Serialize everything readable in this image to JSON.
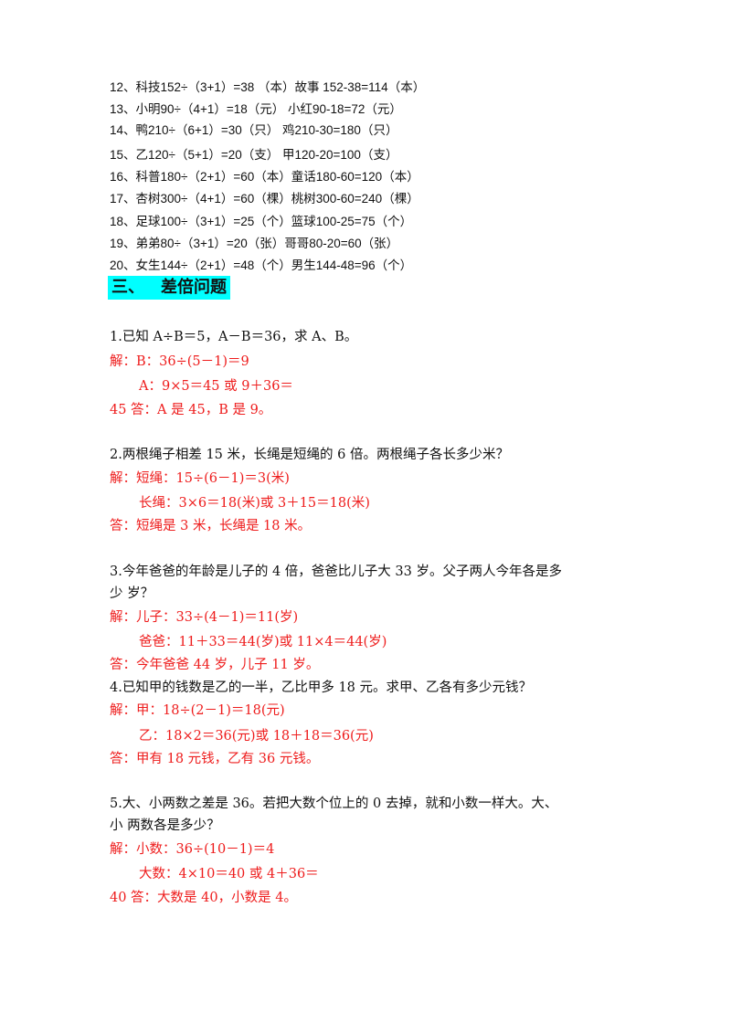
{
  "answers": [
    "12、科技152÷（3+1）=38 （本）故事 152-38=114（本）",
    "13、小明90÷（4+1）=18（元）   小红90-18=72（元）",
    "14、鸭210÷（6+1）=30（只）   鸡210-30=180（只）",
    "15、乙120÷（5+1）=20（支）    甲120-20=100（支）",
    "16、科普180÷（2+1）=60（本）童话180-60=120（本）",
    "17、杏树300÷（4+1）=60（棵）桃树300-60=240（棵）",
    "18、足球100÷（3+1）=25（个）篮球100-25=75（个）",
    "19、弟弟80÷（3+1）=20（张）哥哥80-20=60（张）",
    "20、女生144÷（2+1）=48（个）男生144-48=96（个）"
  ],
  "section": {
    "number": "三、",
    "title": "差倍问题"
  },
  "problems": {
    "p1": {
      "q": "1.已知 A÷B＝5，A－B＝36，求 A、B。",
      "a1": "解：B：36÷(5－1)＝9",
      "a2": "A：9×5＝45 或 9＋36＝",
      "a3": "45 答：A 是 45，B 是 9。"
    },
    "p2": {
      "q": "2.两根绳子相差 15 米，长绳是短绳的 6 倍。两根绳子各长多少米？",
      "a1": "解：短绳：15÷(6－1)＝3(米)",
      "a2": "长绳：3×6＝18(米)或 3＋15＝18(米)",
      "a3": "答：短绳是 3 米，长绳是 18 米。"
    },
    "p3": {
      "q1": "3.今年爸爸的年龄是儿子的 4 倍，爸爸比儿子大 33 岁。父子两人今年各是多",
      "q2": "少 岁？",
      "a1": "解：儿子：33÷(4－1)＝11(岁)",
      "a2": "爸爸：11＋33＝44(岁)或 11×4＝44(岁)",
      "a3": "答：今年爸爸 44 岁，儿子 11 岁。"
    },
    "p4": {
      "q": "4.已知甲的钱数是乙的一半，乙比甲多 18 元。求甲、乙各有多少元钱？",
      "a1": "解：甲：18÷(2－1)＝18(元)",
      "a2": "乙：18×2＝36(元)或 18＋18＝36(元)",
      "a3": "答：甲有 18 元钱，乙有 36 元钱。"
    },
    "p5": {
      "q1": "5.大、小两数之差是 36。若把大数个位上的 0 去掉，就和小数一样大。大、",
      "q2": "小 两数各是多少？",
      "a1": "解：小数：36÷(10－1)＝4",
      "a2": "大数：4×10＝40 或 4＋36＝",
      "a3": "40 答：大数是 40，小数是 4。"
    }
  }
}
